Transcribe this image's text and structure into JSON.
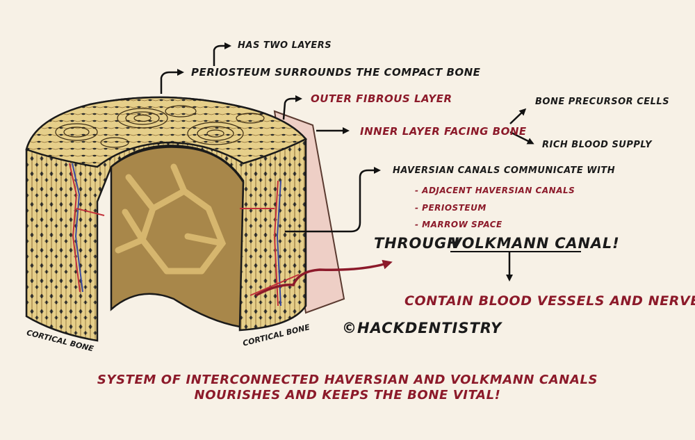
{
  "labels": {
    "has_two_layers": "HAS TWO LAYERS",
    "periosteum": "PERIOSTEUM SURROUNDS THE COMPACT BONE",
    "outer_layer": "OUTER FIBROUS LAYER",
    "inner_layer": "INNER LAYER FACING BONE",
    "precursor": "BONE PRECURSOR CELLS",
    "blood_supply": "RICH BLOOD SUPPLY",
    "haversian": "HAVERSIAN CANALS COMMUNICATE WITH",
    "list": [
      "- ADJACENT HAVERSIAN CANALS",
      "- PERIOSTEUM",
      "- MARROW SPACE"
    ],
    "through": "THROUGH",
    "volkmann": "VOLKMANN CANAL!",
    "contain": "CONTAIN BLOOD VESSELS AND NERVES",
    "watermark": "©HACKDENTISTRY",
    "cortical_left": "CORTICAL BONE",
    "cortical_right": "CORTICAL BONE",
    "bottom": [
      "SYSTEM OF INTERCONNECTED HAVERSIAN AND VOLKMANN CANALS",
      "NOURISHES AND KEEPS THE BONE VITAL!"
    ]
  },
  "colors": {
    "background": "#f7f1e6",
    "bone": "#e6cf8a",
    "bone_dark": "#c9a860",
    "marrow": "#a8874a",
    "periosteum": "#eecfc6",
    "accent_red": "#8c1a2a",
    "ink": "#1a1a1a"
  }
}
